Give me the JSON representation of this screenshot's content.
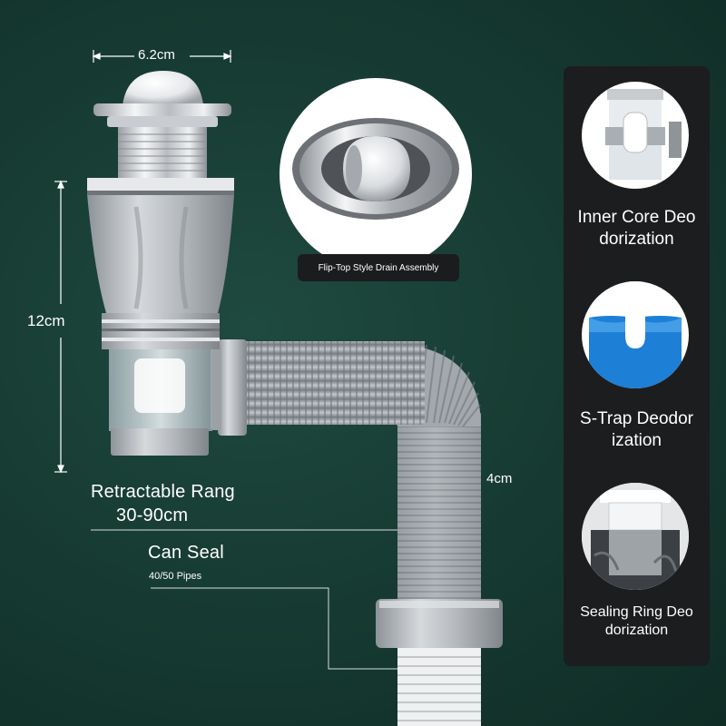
{
  "dimensions": {
    "width_label": "6.2cm",
    "height_label": "12cm",
    "pipe_diameter_label": "4cm"
  },
  "specs": {
    "retractable_title": "Retractable Rang",
    "retractable_range": "30-90cm",
    "seal_title": "Can Seal",
    "seal_detail": "40/50 Pipes"
  },
  "flip_top": {
    "caption": "Flip-Top Style Drain Assembly"
  },
  "features": [
    {
      "line1": "Inner Core Deo",
      "line2": "dorization",
      "icon": "inner-core-icon"
    },
    {
      "line1": "S-Trap Deodor",
      "line2": "ization",
      "icon": "s-trap-icon"
    },
    {
      "line1": "Sealing Ring Deo",
      "line2": "dorization",
      "icon": "sealing-ring-icon"
    }
  ],
  "colors": {
    "background": "#173c33",
    "panel": "#1c1d1f",
    "hose": "#9aa0a6",
    "water": "#1e7fd6"
  }
}
